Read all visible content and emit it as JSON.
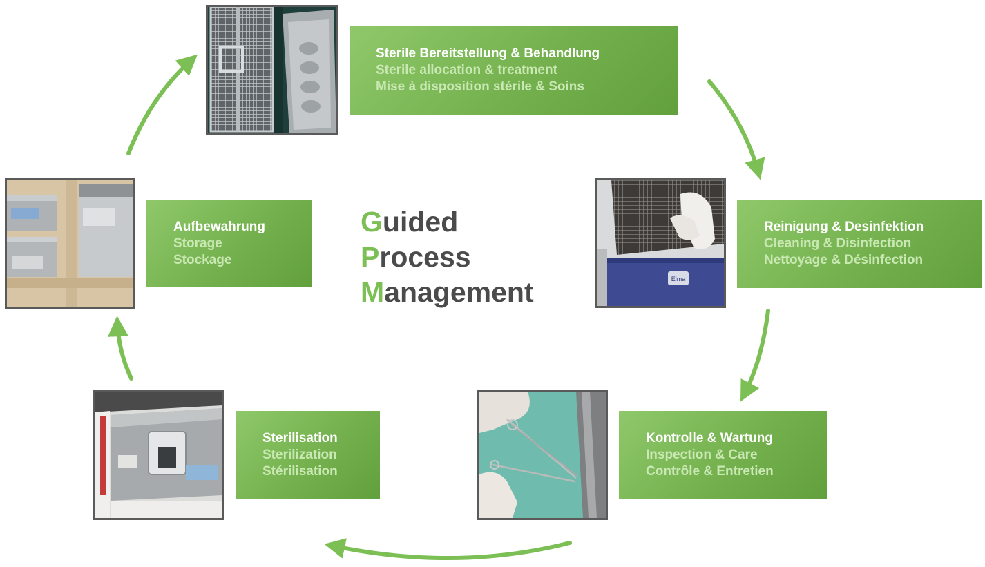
{
  "title": {
    "lines": [
      {
        "accent": "G",
        "rest": "uided"
      },
      {
        "accent": "P",
        "rest": "rocess"
      },
      {
        "accent": "M",
        "rest": "anagement"
      }
    ]
  },
  "steps": [
    {
      "id": "sterile-allocation",
      "de": "Sterile Bereitstellung & Behandlung",
      "en": "Sterile allocation & treatment",
      "fr": "Mise à disposition stérile & Soins"
    },
    {
      "id": "cleaning",
      "de": "Reinigung & Desinfektion",
      "en": "Cleaning & Disinfection",
      "fr": "Nettoyage & Désinfection"
    },
    {
      "id": "inspection",
      "de": "Kontrolle & Wartung",
      "en": "Inspection & Care",
      "fr": "Contrôle & Entretien"
    },
    {
      "id": "sterilization",
      "de": "Sterilisation",
      "en": "Sterilization",
      "fr": "Stérilisation"
    },
    {
      "id": "storage",
      "de": "Aufbewahrung",
      "en": "Storage",
      "fr": "Stockage"
    }
  ],
  "device_badge": "Elma",
  "colors": {
    "accent": "#7cbf55",
    "title_text": "#4b4b4b",
    "label_bg": "#74b14e",
    "label_secondary_text": "#c9e8b3",
    "photo_border": "#5a5a5a"
  }
}
